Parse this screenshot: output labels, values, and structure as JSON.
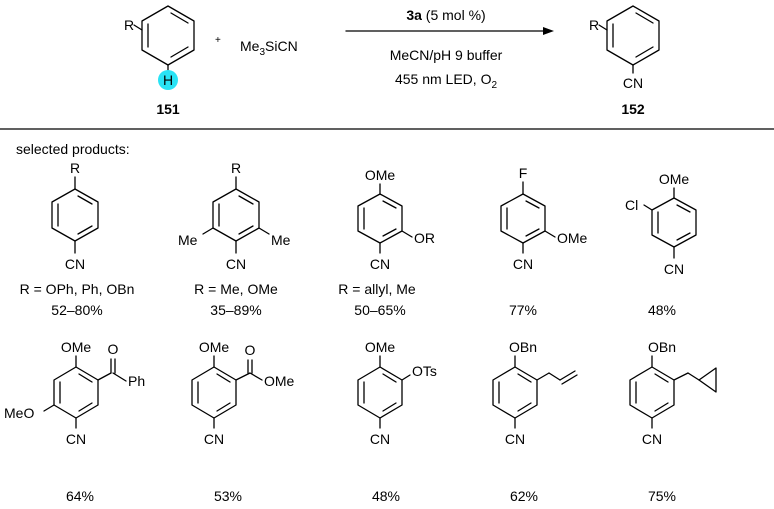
{
  "scheme": {
    "reactant": {
      "r": "R",
      "h": "H",
      "number": "151"
    },
    "plus": "+",
    "reagent": {
      "me": "Me",
      "sub": "3",
      "rest": "SiCN"
    },
    "catalyst": {
      "bold": "3a",
      "rest": " (5 mol %)"
    },
    "conditions_1": "MeCN/pH 9 buffer",
    "conditions_2_main": "455 nm LED, O",
    "conditions_2_sub": "2",
    "product": {
      "r": "R",
      "cn": "CN",
      "number": "152"
    },
    "highlight_color": "#29e3f5"
  },
  "section_label": "selected products:",
  "row1": [
    {
      "labels": {
        "r": "R",
        "cn": "CN"
      },
      "caption": "R = OPh, Ph, OBn",
      "yield": "52–80%"
    },
    {
      "labels": {
        "r": "R",
        "me_left": "Me",
        "me_right": "Me",
        "cn": "CN"
      },
      "caption": "R = Me, OMe",
      "yield": "35–89%"
    },
    {
      "labels": {
        "ome": "OMe",
        "or": "OR",
        "cn": "CN"
      },
      "caption": "R = allyl, Me",
      "yield": "50–65%"
    },
    {
      "labels": {
        "f": "F",
        "ome": "OMe",
        "cn": "CN"
      },
      "yield": "77%"
    },
    {
      "labels": {
        "cl": "Cl",
        "ome": "OMe",
        "cn": "CN"
      },
      "yield": "48%"
    }
  ],
  "row2": [
    {
      "labels": {
        "ome_top": "OMe",
        "o": "O",
        "ph": "Ph",
        "meo": "MeO",
        "cn": "CN"
      },
      "yield": "64%"
    },
    {
      "labels": {
        "ome_top": "OMe",
        "o": "O",
        "ome_ester": "OMe",
        "cn": "CN"
      },
      "yield": "53%"
    },
    {
      "labels": {
        "ome_top": "OMe",
        "ots": "OTs",
        "cn": "CN"
      },
      "yield": "48%"
    },
    {
      "labels": {
        "obn": "OBn",
        "cn": "CN"
      },
      "yield": "62%"
    },
    {
      "labels": {
        "obn": "OBn",
        "cn": "CN"
      },
      "yield": "75%"
    }
  ]
}
